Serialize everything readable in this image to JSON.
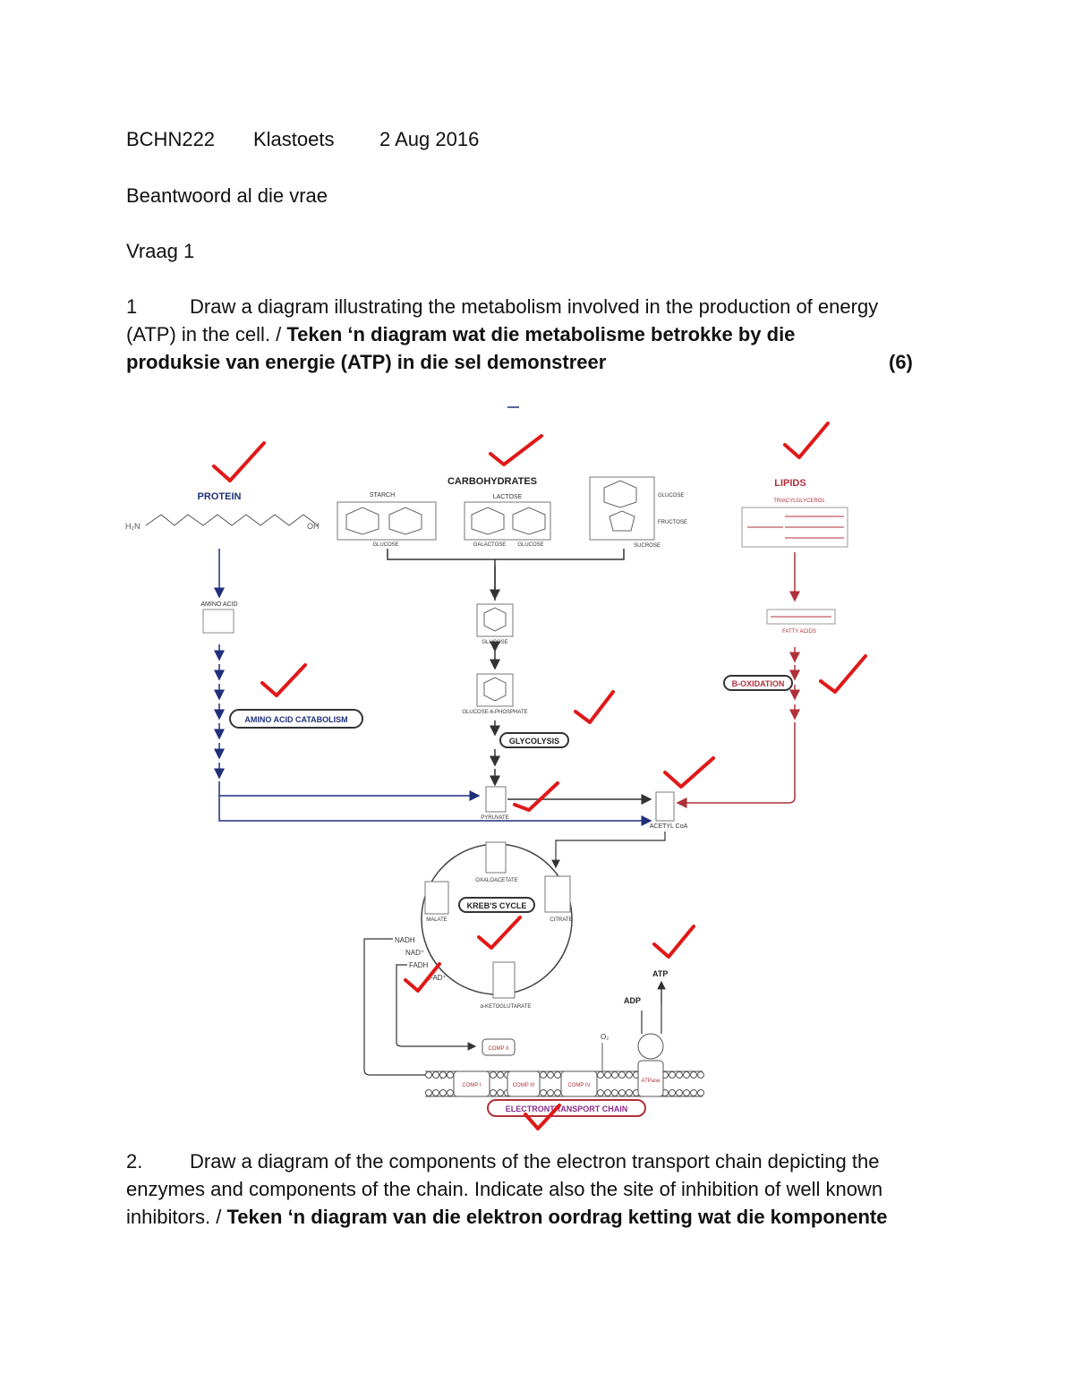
{
  "header": {
    "course": "BCHN222",
    "test": "Klastoets",
    "date": "2 Aug 2016"
  },
  "instruction": "Beantwoord al die vrae",
  "section": "Vraag 1",
  "q1": {
    "number": "1",
    "line1": "Draw a diagram illustrating the metabolism involved in the production of energy",
    "line2_plain": "(ATP) in the cell. / ",
    "line2_bold": "Teken ‘n diagram wat die metabolisme betrokke by die",
    "line3_bold": "produksie van energie (ATP) in die sel demonstreer",
    "marks": "(6)"
  },
  "diagram": {
    "protein": "PROTEIN",
    "carbohydrates": "CARBOHYDRATES",
    "lipids": "LIPIDS",
    "starch": "STARCH",
    "lactose": "LACTOSE",
    "glucose_small": "GLUCOSE",
    "fructose": "FRUCTOSE",
    "sucrose": "SUCROSE",
    "galactose": "GALACTOSE",
    "triacylglycerol": "TRIACYLGLYCEROL",
    "amino_acid": "AMINO ACID",
    "glucose": "GLUCOSE",
    "glucose6p": "GLUCOSE-6-PHOSPHATE",
    "fatty_acids": "FATTY ACIDS",
    "amino_acid_catabolism": "AMINO ACID CATABOLISM",
    "glycolysis": "GLYCOLYSIS",
    "b_oxidation": "B-OXIDATION",
    "pyruvate": "PYRUVATE",
    "acetyl_coa": "ACETYL CoA",
    "oxaloacetate": "OXALOACETATE",
    "krebs_cycle": "KREB'S CYCLE",
    "citrate": "CITRATE",
    "malate": "MALATE",
    "ketoglutarate": "α-KETOGLUTARATE",
    "nadh": "NADH",
    "nad": "NAD⁺",
    "fadh": "FADH",
    "fad": "FAD⁺",
    "atp": "ATP",
    "adp": "ADP",
    "o2": "O₂",
    "comp1": "COMP I",
    "comp2": "COMP II",
    "comp3": "COMP III",
    "comp4": "COMP IV",
    "atpase": "ATPase",
    "etc": "ELECTRONTRANSPORT CHAIN",
    "colors": {
      "blue": "#1f2f7a",
      "red": "#cc1f2f",
      "dark": "#333333"
    }
  },
  "q2": {
    "number": "2.",
    "line1": "Draw a diagram of the components of the electron transport chain depicting the",
    "line2": "enzymes and components of the chain. Indicate also the site of inhibition of well known",
    "line3_plain": "inhibitors. / ",
    "line3_bold": "Teken ‘n diagram van die elektron oordrag ketting wat die komponente"
  }
}
